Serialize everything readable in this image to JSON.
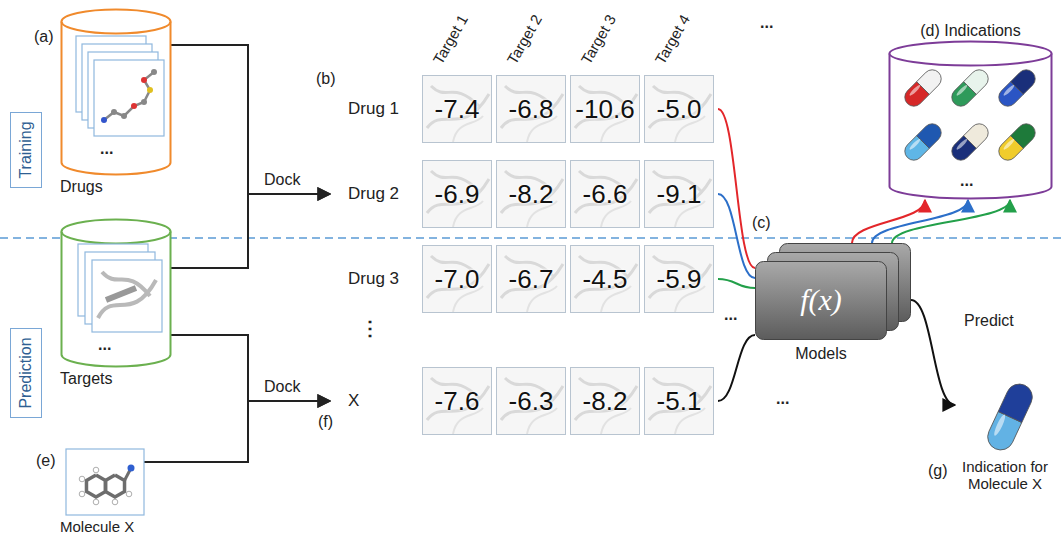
{
  "diagram": {
    "nodes": [
      {
        "text": [
          "Training"
        ]
      },
      {
        "text": [
          "Prediction"
        ]
      },
      {
        "text": [
          "Drugs"
        ]
      },
      {
        "text": [
          "Targets"
        ]
      },
      {
        "text": [
          "Molecule X"
        ]
      },
      {
        "text": [
          "Drug 1"
        ]
      },
      {
        "text": [
          "-7.4"
        ],
        "in": 5
      },
      {
        "text": [
          "-6.8"
        ],
        "in": 5
      },
      {
        "text": [
          "-10.6"
        ],
        "in": 5
      },
      {
        "text": [
          "-5.0"
        ],
        "in": 5
      },
      {
        "text": [
          "Drug 2"
        ]
      },
      {
        "text": [
          "-6.9"
        ],
        "in": 10
      },
      {
        "text": [
          "-8.2"
        ],
        "in": 10
      },
      {
        "text": [
          "-6.6"
        ],
        "in": 10
      },
      {
        "text": [
          "-9.1"
        ],
        "in": 10
      },
      {
        "text": [
          "Drug 3"
        ]
      },
      {
        "text": [
          "-7.0"
        ],
        "in": 15
      },
      {
        "text": [
          "-6.7"
        ],
        "in": 15
      },
      {
        "text": [
          "-4.5"
        ],
        "in": 15
      },
      {
        "text": [
          "-5.9"
        ],
        "in": 15
      },
      {
        "text": [
          "X"
        ]
      },
      {
        "text": [
          "-7.6"
        ],
        "in": 20
      },
      {
        "text": [
          "-6.3"
        ],
        "in": 20
      },
      {
        "text": [
          "-8.2"
        ],
        "in": 20
      },
      {
        "text": [
          "-5.1"
        ],
        "in": 20
      },
      {
        "text": [
          "f(x)",
          "Models"
        ]
      },
      {
        "text": [
          "(d) Indications"
        ]
      },
      {
        "text": [
          "Indication for Molecule X"
        ]
      }
    ],
    "edges": [
      {
        "from": 2,
        "to": 10,
        "arrow": "to",
        "label": "Dock"
      },
      {
        "from": 3,
        "to": 10,
        "arrow": "to"
      },
      {
        "from": 3,
        "to": 20,
        "arrow": "to",
        "label": "Dock"
      },
      {
        "from": 4,
        "to": 20,
        "arrow": "to"
      },
      {
        "from": 5,
        "to": 25,
        "arrow": "none"
      },
      {
        "from": 10,
        "to": 25,
        "arrow": "none"
      },
      {
        "from": 15,
        "to": 25,
        "arrow": "none"
      },
      {
        "from": 25,
        "to": 26,
        "arrow": "to"
      },
      {
        "from": 25,
        "to": 26,
        "arrow": "to"
      },
      {
        "from": 25,
        "to": 26,
        "arrow": "to"
      },
      {
        "from": 20,
        "to": 25,
        "arrow": "none"
      },
      {
        "from": 25,
        "to": 27,
        "arrow": "to",
        "label": "Predict"
      }
    ],
    "labels": [
      "(a)",
      "...",
      "...",
      "(e)",
      "(b)",
      "Target 1",
      "Target 2",
      "Target 3",
      "Target 4",
      "...",
      "⋮",
      "...",
      "(f)",
      "...",
      "(c)",
      "...",
      "(g)"
    ]
  }
}
